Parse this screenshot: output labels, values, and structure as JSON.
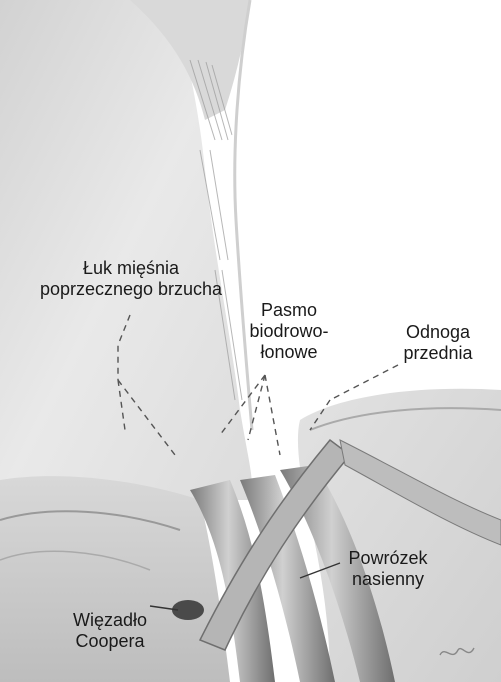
{
  "figure": {
    "labels": {
      "arch": {
        "line1": "Łuk mięśnia",
        "line2": "poprzecznego brzucha"
      },
      "iliopubic_tract": {
        "line1": "Pasmo",
        "line2": "biodrowo-",
        "line3": "łonowe"
      },
      "anterior_crus": {
        "line1": "Odnoga",
        "line2": "przednia"
      },
      "spermatic_cord": {
        "line1": "Powrózek",
        "line2": "nasienny"
      },
      "cooper_ligament": {
        "line1": "Więzadło",
        "line2": "Coopera"
      }
    },
    "colors": {
      "background": "#ffffff",
      "tissue_light": "#e6e6e6",
      "tissue_mid": "#c8c8c8",
      "tissue_dark": "#8a8a8a",
      "line": "#555555",
      "text": "#1a1a1a"
    }
  }
}
